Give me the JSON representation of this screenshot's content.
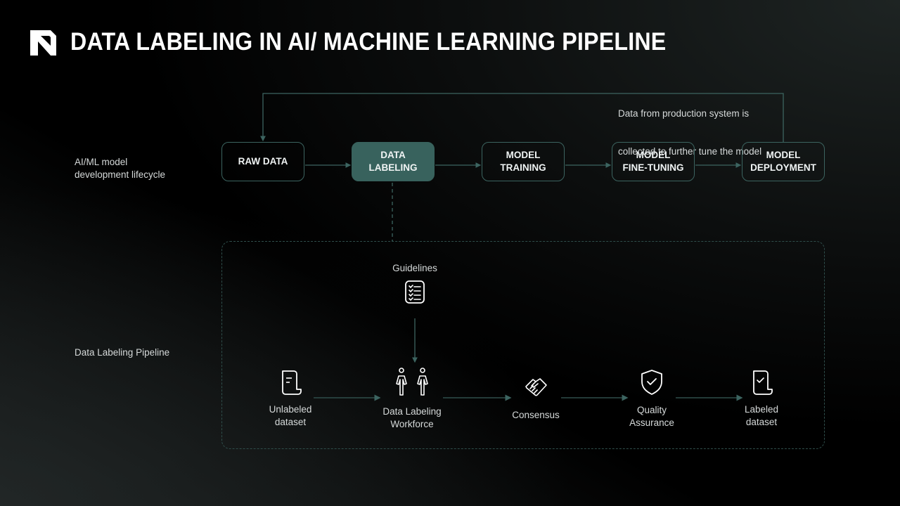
{
  "header": {
    "title": "DATA LABELING IN AI/ MACHINE LEARNING PIPELINE",
    "logo_icon": "brand-logo-icon"
  },
  "lifecycle": {
    "label": "AI/ML model development lifecycle",
    "label_lines": [
      "AI/ML model",
      "development lifecycle"
    ],
    "feedback_note_lines": [
      "Data from production system is",
      "collected to further tune the model"
    ],
    "stages": [
      {
        "line1": "RAW DATA",
        "line2": "",
        "active": false
      },
      {
        "line1": "DATA",
        "line2": "LABELING",
        "active": true
      },
      {
        "line1": "MODEL",
        "line2": "TRAINING",
        "active": false
      },
      {
        "line1": "MODEL",
        "line2": "FINE-TUNING",
        "active": false
      },
      {
        "line1": "MODEL",
        "line2": "DEPLOYMENT",
        "active": false
      }
    ]
  },
  "pipeline": {
    "label": "Data Labeling Pipeline",
    "guidelines": {
      "label": "Guidelines",
      "icon": "checklist-icon"
    },
    "nodes": [
      {
        "line1": "Unlabeled",
        "line2": "dataset",
        "icon": "document-icon"
      },
      {
        "line1": "Data Labeling",
        "line2": "Workforce",
        "icon": "people-icon"
      },
      {
        "line1": "Consensus",
        "line2": "",
        "icon": "handshake-icon"
      },
      {
        "line1": "Quality",
        "line2": "Assurance",
        "icon": "shield-check-icon"
      },
      {
        "line1": "Labeled",
        "line2": "dataset",
        "icon": "document-check-icon"
      }
    ]
  },
  "colors": {
    "accent": "#38625d",
    "line": "#3c6460",
    "background": "#000000",
    "text": "#ffffff"
  }
}
